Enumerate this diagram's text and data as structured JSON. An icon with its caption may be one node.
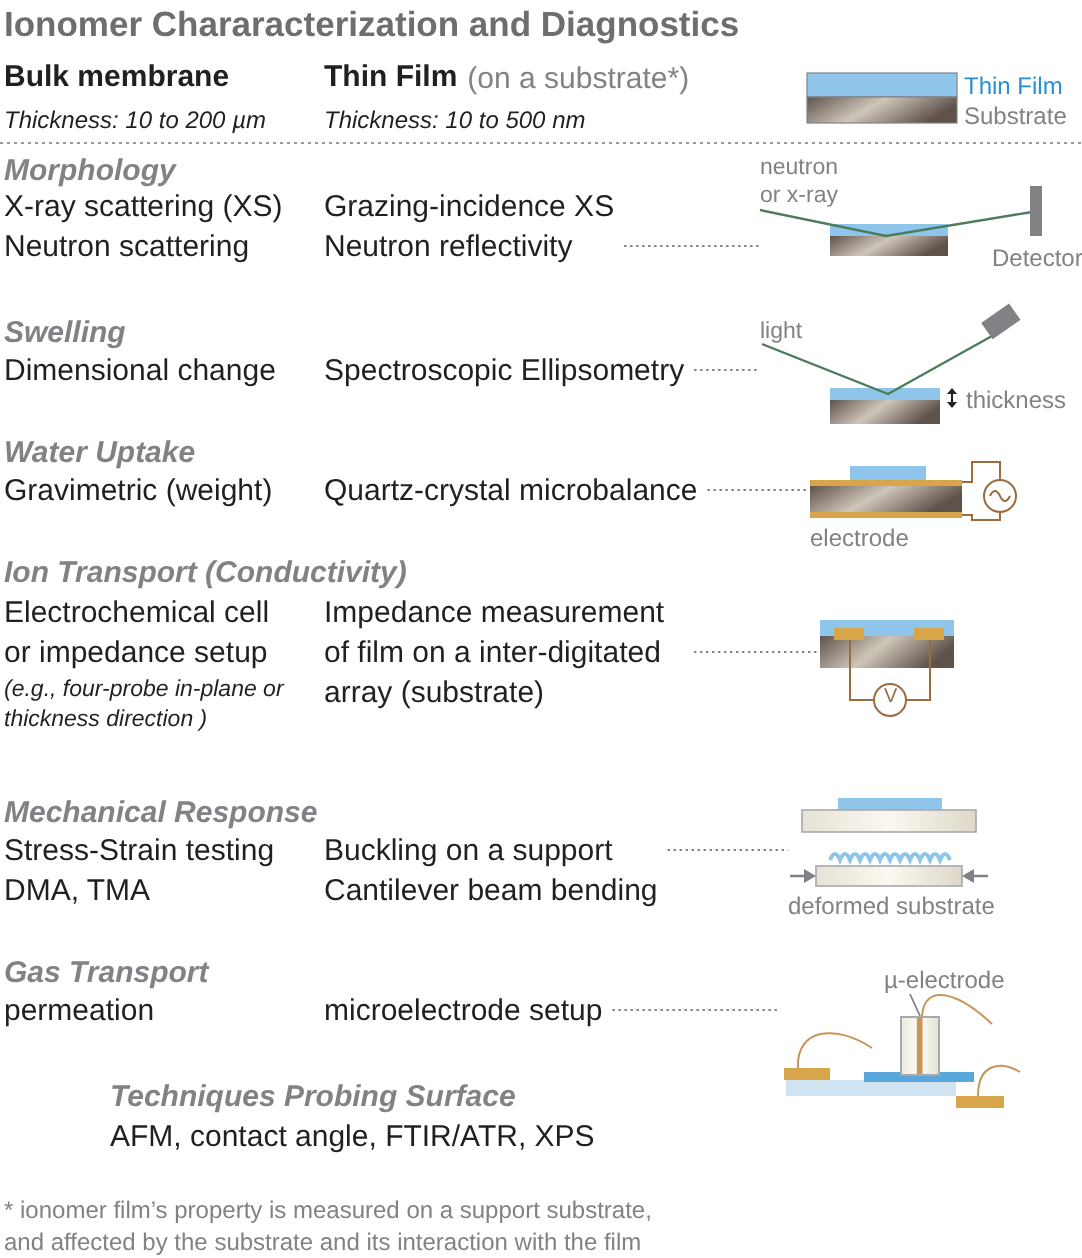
{
  "diagram": {
    "title": "Ionomer Chararacterization and Diagnostics",
    "caption": "* ionomer film’s property is measured on a support substrate, and affected by the substrate and its interaction with the film",
    "nodes": [
      {
        "text": [
          "Grazing-incidence XS",
          "Neutron reflectivity"
        ]
      },
      {
        "text": [],
        "shape": "picture"
      },
      {
        "text": [
          "Spectroscopic Ellipsometry"
        ]
      },
      {
        "text": [],
        "shape": "picture"
      },
      {
        "text": [
          "Quartz-crystal microbalance"
        ]
      },
      {
        "text": [],
        "shape": "picture",
        "beside": [
          "electrode"
        ]
      },
      {
        "text": [
          "Impedance measurement of film on a inter-digitated array (substrate)"
        ]
      },
      {
        "text": [],
        "shape": "picture"
      },
      {
        "text": [
          "Buckling on a support",
          "Cantilever beam bending"
        ]
      },
      {
        "text": [],
        "shape": "picture",
        "beside": [
          "deformed substrate"
        ]
      },
      {
        "text": [
          "microelectrode setup"
        ]
      },
      {
        "text": [],
        "shape": "picture"
      },
      {
        "text": [
          "µ-electrode"
        ]
      },
      {
        "text": [],
        "shape": "bar",
        "in": 11
      }
    ],
    "edges": [
      {
        "from": 0,
        "to": 1,
        "arrow": "none",
        "style": "dashed"
      },
      {
        "from": 2,
        "to": 3,
        "arrow": "none",
        "style": "dashed"
      },
      {
        "from": 4,
        "to": 5,
        "arrow": "none",
        "style": "dashed"
      },
      {
        "from": 6,
        "to": 7,
        "arrow": "none",
        "style": "dashed"
      },
      {
        "from": 8,
        "to": 9,
        "arrow": "none",
        "style": "dashed"
      },
      {
        "from": 10,
        "to": 11,
        "arrow": "none",
        "style": "dashed"
      },
      {
        "from": 12,
        "to": 13,
        "arrow": "none"
      }
    ],
    "labels": [
      "Bulk membrane",
      "Thin Film",
      "(on a substrate*)",
      "Thin Film",
      "Substrate",
      "Thickness: 10 to 200 µm",
      "Thickness: 10 to 500 nm",
      "Morphology",
      "X-ray scattering (XS)",
      "Neutron scattering",
      "neutron or x-ray",
      "Detector",
      "Swelling",
      "Dimensional change",
      "light",
      "thickness",
      "Water Uptake",
      "Gravimetric (weight)",
      "Ion Transport (Conductivity)",
      "Electrochemical cell or impedance setup",
      "(e.g., four-probe in-plane or thickness direction )",
      "V",
      "Mechanical Response",
      "Stress-Strain testing",
      "DMA, TMA",
      "Gas Transport",
      "permeation",
      "Techniques Probing Surface",
      "AFM, contact angle, FTIR/ATR, XPS"
    ]
  }
}
